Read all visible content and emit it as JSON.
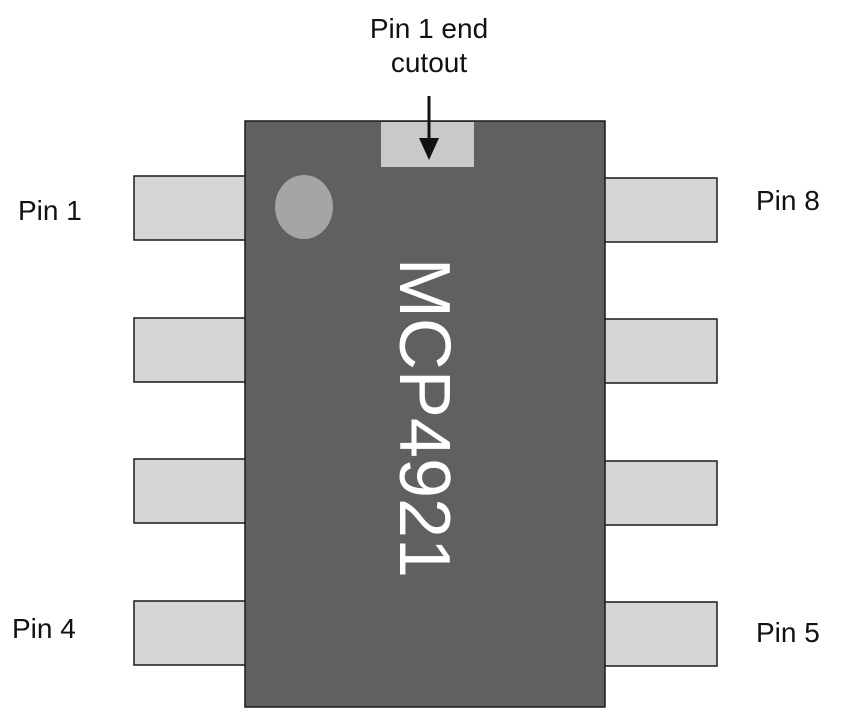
{
  "diagram": {
    "cutout_label": "Pin 1 end cutout",
    "cutout_label_line1": "Pin 1 end",
    "cutout_label_line2": "cutout",
    "chip_name": "MCP4921",
    "pin_labels": {
      "pin1": "Pin 1",
      "pin4": "Pin 4",
      "pin5": "Pin 5",
      "pin8": "Pin 8"
    },
    "colors": {
      "body": "#606060",
      "pins": "#d6d6d6",
      "cutout": "#c9c9c9",
      "dot": "#a5a5a5",
      "outline": "#1a1a1a"
    }
  }
}
